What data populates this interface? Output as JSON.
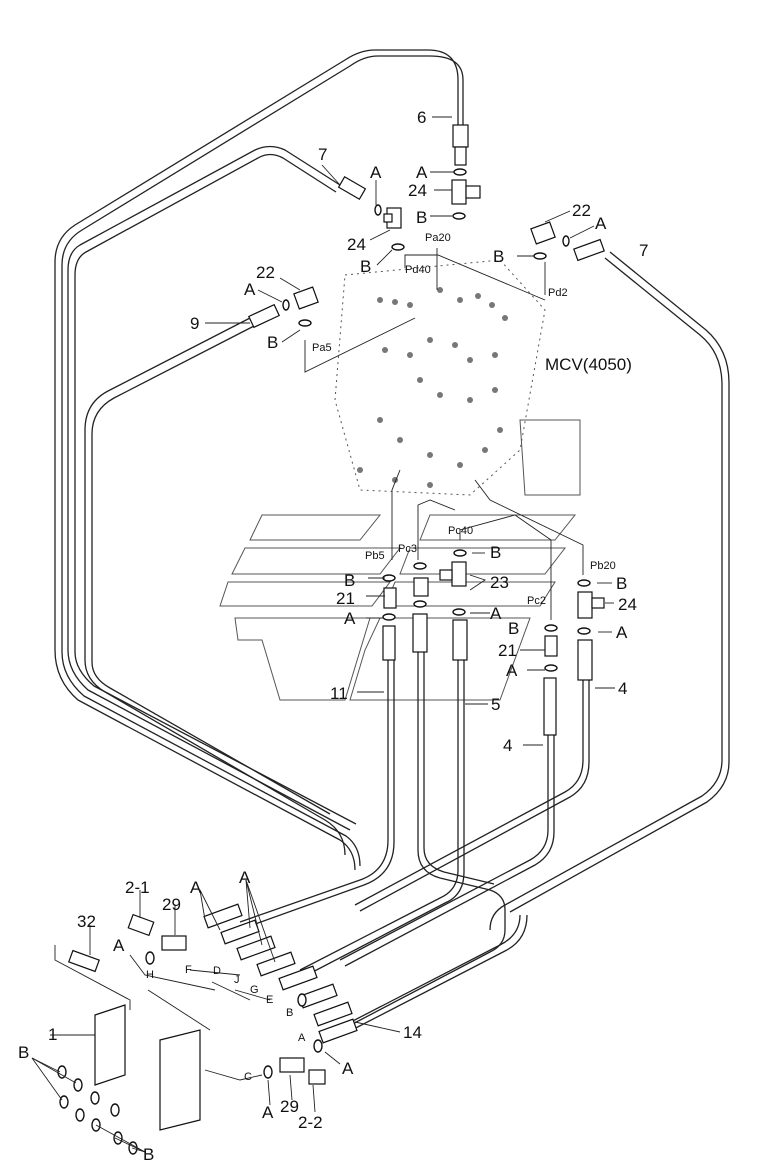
{
  "diagram": {
    "valve_label": "MCV(4050)",
    "ports": {
      "pa20": "Pa20",
      "pd40": "Pd40",
      "pd2": "Pd2",
      "pa5": "Pa5",
      "pb5": "Pb5",
      "pc3": "Pc3",
      "pc40": "Pc40",
      "pc2": "Pc2",
      "pb20": "Pb20"
    },
    "parts": {
      "p6": "6",
      "p7a": "7",
      "p7b": "7",
      "p24a": "24",
      "p24b": "24",
      "p24c": "24",
      "p22a": "22",
      "p22b": "22",
      "p9": "9",
      "p21a": "21",
      "p21b": "21",
      "p23": "23",
      "p11": "11",
      "p5": "5",
      "p4a": "4",
      "p4b": "4",
      "p2_1": "2-1",
      "p29a": "29",
      "p29b": "29",
      "p32": "32",
      "p1": "1",
      "p14": "14",
      "p2_2": "2-2"
    },
    "letters": {
      "A": "A",
      "B": "B",
      "C": "C",
      "D": "D",
      "E": "E",
      "F": "F",
      "G": "G",
      "H": "H",
      "J": "J"
    }
  }
}
